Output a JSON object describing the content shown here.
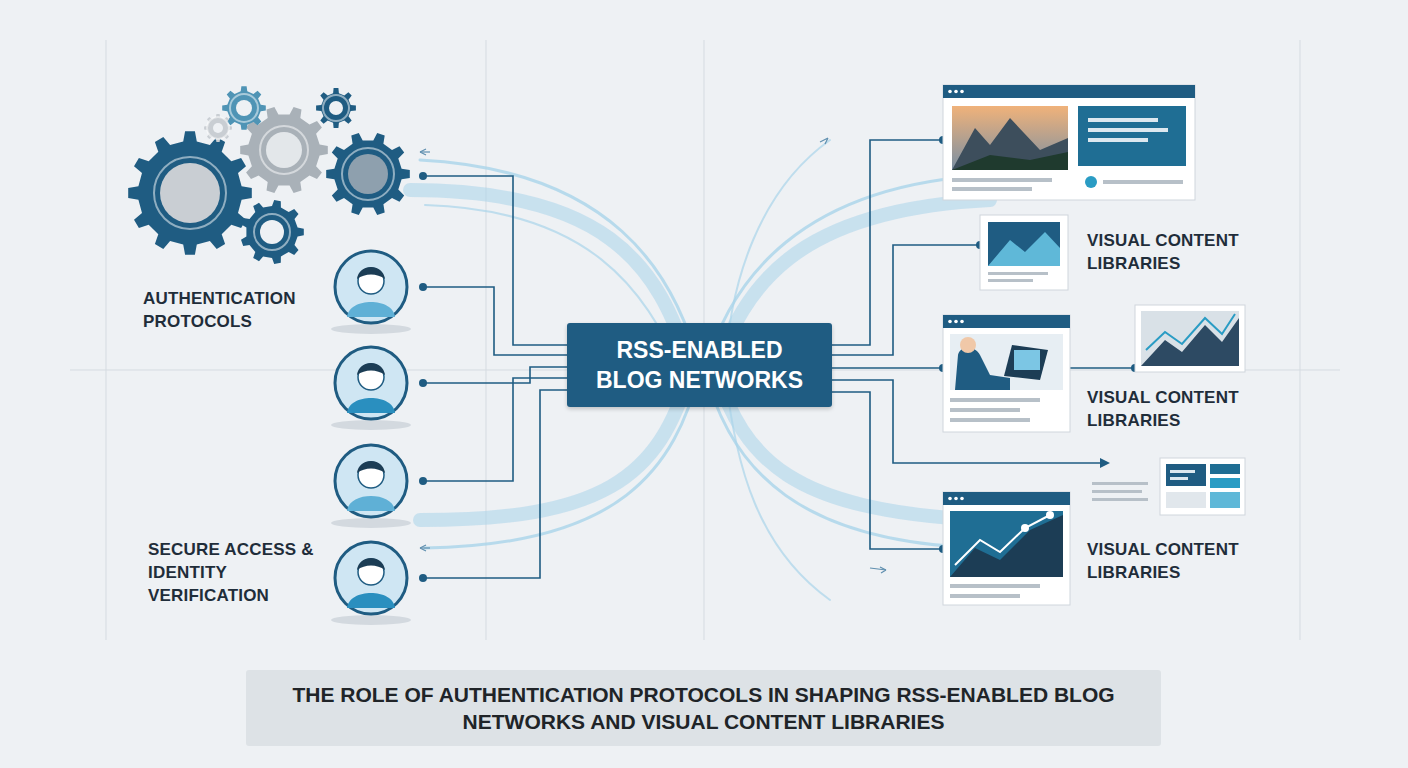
{
  "diagram": {
    "caption": "THE ROLE OF AUTHENTICATION PROTOCOLS IN SHAPING RSS-ENABLED BLOG NETWORKS AND VISUAL CONTENT LIBRARIES",
    "nodes": [
      {
        "text": [
          "RSS-ENABLED BLOG NETWORKS"
        ]
      }
    ],
    "labels": [
      "AUTHENTICATION PROTOCOLS",
      "SECURE ACCESS & IDENTITY VERIFICATION",
      "VISUAL CONTENT LIBRARIES",
      "VISUAL CONTENT LIBRARIES",
      "VISUAL CONTENT LIBRARIES"
    ]
  }
}
